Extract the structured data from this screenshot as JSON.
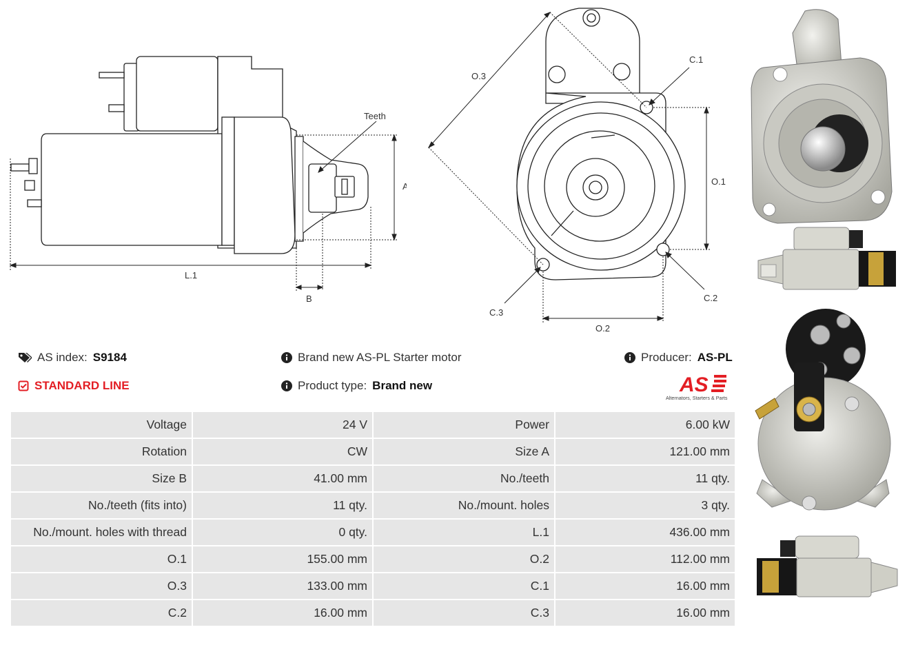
{
  "header": {
    "as_index_label": "AS index:",
    "as_index_value": "S9184",
    "standard_line": "STANDARD LINE",
    "description": "Brand new AS-PL Starter motor",
    "product_type_label": "Product type:",
    "product_type_value": "Brand new",
    "producer_label": "Producer:",
    "producer_value": "AS-PL",
    "logo_text": "AS",
    "logo_tagline": "Alternators, Starters & Parts"
  },
  "drawing_labels": {
    "teeth": "Teeth",
    "a": "A",
    "b": "B",
    "l1": "L.1",
    "o1": "O.1",
    "o2": "O.2",
    "o3": "O.3",
    "c1": "C.1",
    "c2": "C.2",
    "c3": "C.3"
  },
  "specs": [
    {
      "l1": "Voltage",
      "v1": "24 V",
      "l2": "Power",
      "v2": "6.00 kW"
    },
    {
      "l1": "Rotation",
      "v1": "CW",
      "l2": "Size A",
      "v2": "121.00 mm"
    },
    {
      "l1": "Size B",
      "v1": "41.00 mm",
      "l2": "No./teeth",
      "v2": "11 qty."
    },
    {
      "l1": "No./teeth (fits into)",
      "v1": "11 qty.",
      "l2": "No./mount. holes",
      "v2": "3 qty."
    },
    {
      "l1": "No./mount. holes with thread",
      "v1": "0 qty.",
      "l2": "L.1",
      "v2": "436.00 mm"
    },
    {
      "l1": "O.1",
      "v1": "155.00 mm",
      "l2": "O.2",
      "v2": "112.00 mm"
    },
    {
      "l1": "O.3",
      "v1": "133.00 mm",
      "l2": "C.1",
      "v2": "16.00 mm"
    },
    {
      "l1": "C.2",
      "v1": "16.00 mm",
      "l2": "C.3",
      "v2": "16.00 mm"
    }
  ],
  "colors": {
    "brand_red": "#e31e24",
    "cell_bg": "#e6e6e6",
    "line": "#222222"
  }
}
